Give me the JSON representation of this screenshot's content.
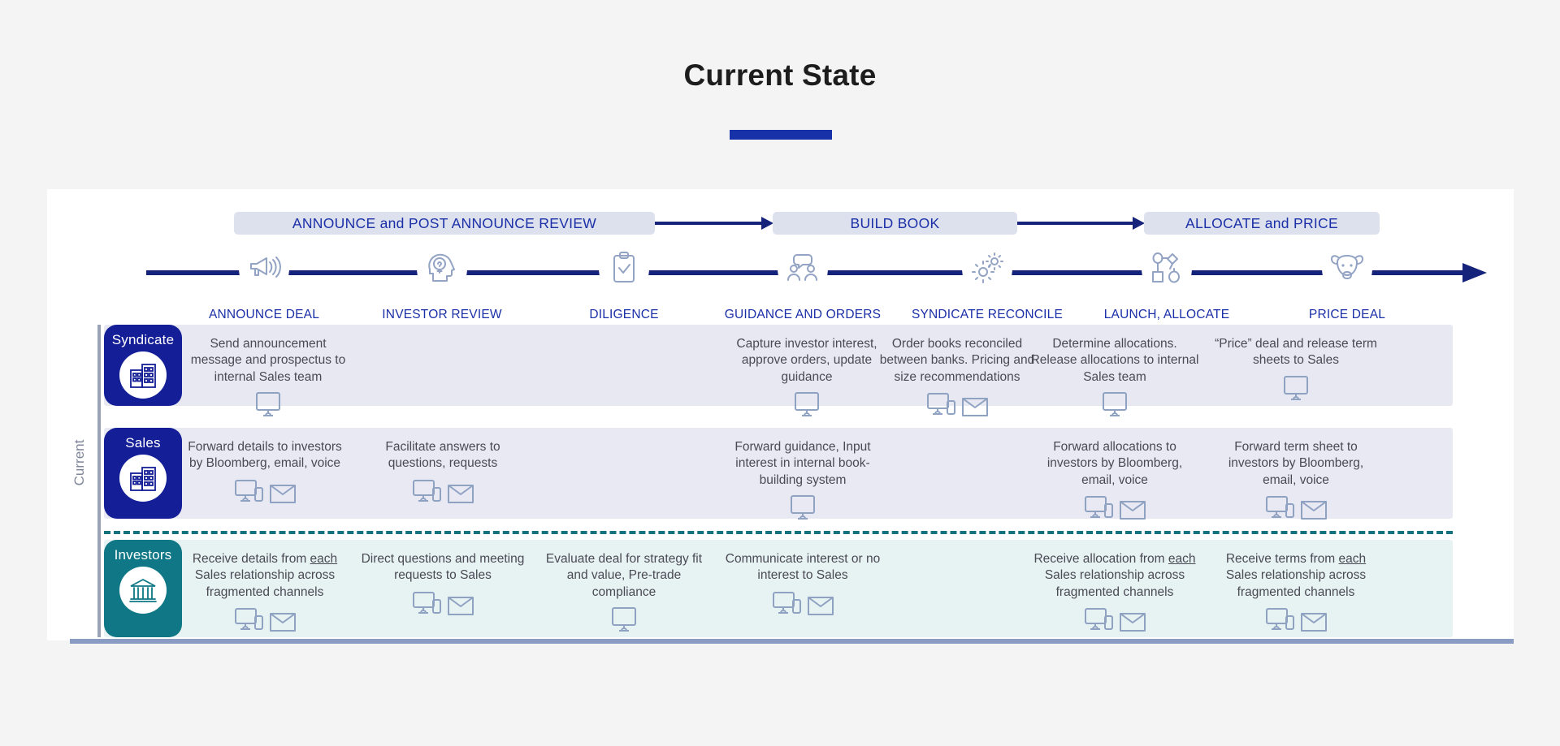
{
  "title": "Current State",
  "colors": {
    "accent_blue": "#1732a8",
    "timeline_blue": "#16237a",
    "stage_label_blue": "#1a2fa8",
    "phase_banner_bg": "#dde1ed",
    "syndicate_badge": "#141e96",
    "sales_badge": "#141e96",
    "investors_badge": "#0f7785",
    "syndicate_row_bg": "#e8e8f3",
    "sales_row_bg": "#e9e9f4",
    "investors_row_bg": "#e7f2f2",
    "divider_teal": "#14727f",
    "card_base_bar": "#8b9cc4",
    "body_text": "#4a4a55"
  },
  "side_label": "Current",
  "phases": [
    {
      "label": "ANNOUNCE and POST ANNOUNCE REVIEW"
    },
    {
      "label": "BUILD BOOK"
    },
    {
      "label": "ALLOCATE and PRICE"
    }
  ],
  "stages": [
    {
      "label": "ANNOUNCE DEAL",
      "icon": "megaphone-icon"
    },
    {
      "label": "INVESTOR REVIEW",
      "icon": "head-lightbulb-icon"
    },
    {
      "label": "DILIGENCE",
      "icon": "clipboard-check-icon"
    },
    {
      "label": "GUIDANCE AND ORDERS",
      "icon": "people-group-icon"
    },
    {
      "label": "SYNDICATE RECONCILE",
      "icon": "gears-icon"
    },
    {
      "label": "LAUNCH, ALLOCATE",
      "icon": "network-nodes-icon"
    },
    {
      "label": "PRICE DEAL",
      "icon": "bull-head-icon"
    }
  ],
  "lanes": [
    {
      "name": "Syndicate",
      "icon": "office-buildings-icon",
      "cells": [
        {
          "text": "Send announcement message and prospectus to internal Sales team",
          "icons": [
            "monitor-icon"
          ]
        },
        {
          "text": "",
          "icons": []
        },
        {
          "text": "",
          "icons": []
        },
        {
          "text": "Capture investor interest, approve orders, update guidance",
          "icons": [
            "monitor-icon"
          ]
        },
        {
          "text": "Order books reconciled between banks.  Pricing and size recommendations",
          "icons": [
            "monitor-phone-icon",
            "envelope-icon"
          ]
        },
        {
          "text": "Determine allocations. Release allocations to internal Sales team",
          "icons": [
            "monitor-icon"
          ]
        },
        {
          "text": "“Price” deal and release term sheets to Sales",
          "icons": [
            "monitor-icon"
          ]
        }
      ]
    },
    {
      "name": "Sales",
      "icon": "office-buildings-icon",
      "cells": [
        {
          "text": "Forward details to investors by Bloomberg, email, voice",
          "icons": [
            "monitor-phone-icon",
            "envelope-icon"
          ]
        },
        {
          "text": "Facilitate answers to questions, requests",
          "icons": [
            "monitor-phone-icon",
            "envelope-icon"
          ]
        },
        {
          "text": "",
          "icons": []
        },
        {
          "text": "Forward guidance, Input interest in internal book-building system",
          "icons": [
            "monitor-icon"
          ]
        },
        {
          "text": "",
          "icons": []
        },
        {
          "text": "Forward allocations to investors by Bloomberg, email, voice",
          "icons": [
            "monitor-phone-icon",
            "envelope-icon"
          ]
        },
        {
          "text": "Forward term sheet to investors by Bloomberg, email, voice",
          "icons": [
            "monitor-phone-icon",
            "envelope-icon"
          ]
        }
      ]
    },
    {
      "name": "Investors",
      "icon": "bank-building-icon",
      "cells": [
        {
          "html": "Receive details from <u>each</u> Sales relationship across fragmented channels",
          "icons": [
            "monitor-phone-icon",
            "envelope-icon"
          ]
        },
        {
          "html": "Direct questions and meeting requests to Sales",
          "icons": [
            "monitor-phone-icon",
            "envelope-icon"
          ]
        },
        {
          "html": "Evaluate deal for strategy fit and value, Pre-trade compliance",
          "icons": [
            "monitor-icon"
          ]
        },
        {
          "html": "Communicate interest or no interest to Sales",
          "icons": [
            "monitor-phone-icon",
            "envelope-icon"
          ]
        },
        {
          "html": "",
          "icons": []
        },
        {
          "html": "Receive allocation from <u>each</u> Sales relationship across fragmented channels",
          "icons": [
            "monitor-phone-icon",
            "envelope-icon"
          ]
        },
        {
          "html": "Receive terms from <u>each</u> Sales relationship across fragmented channels",
          "icons": [
            "monitor-phone-icon",
            "envelope-icon"
          ]
        }
      ]
    }
  ]
}
